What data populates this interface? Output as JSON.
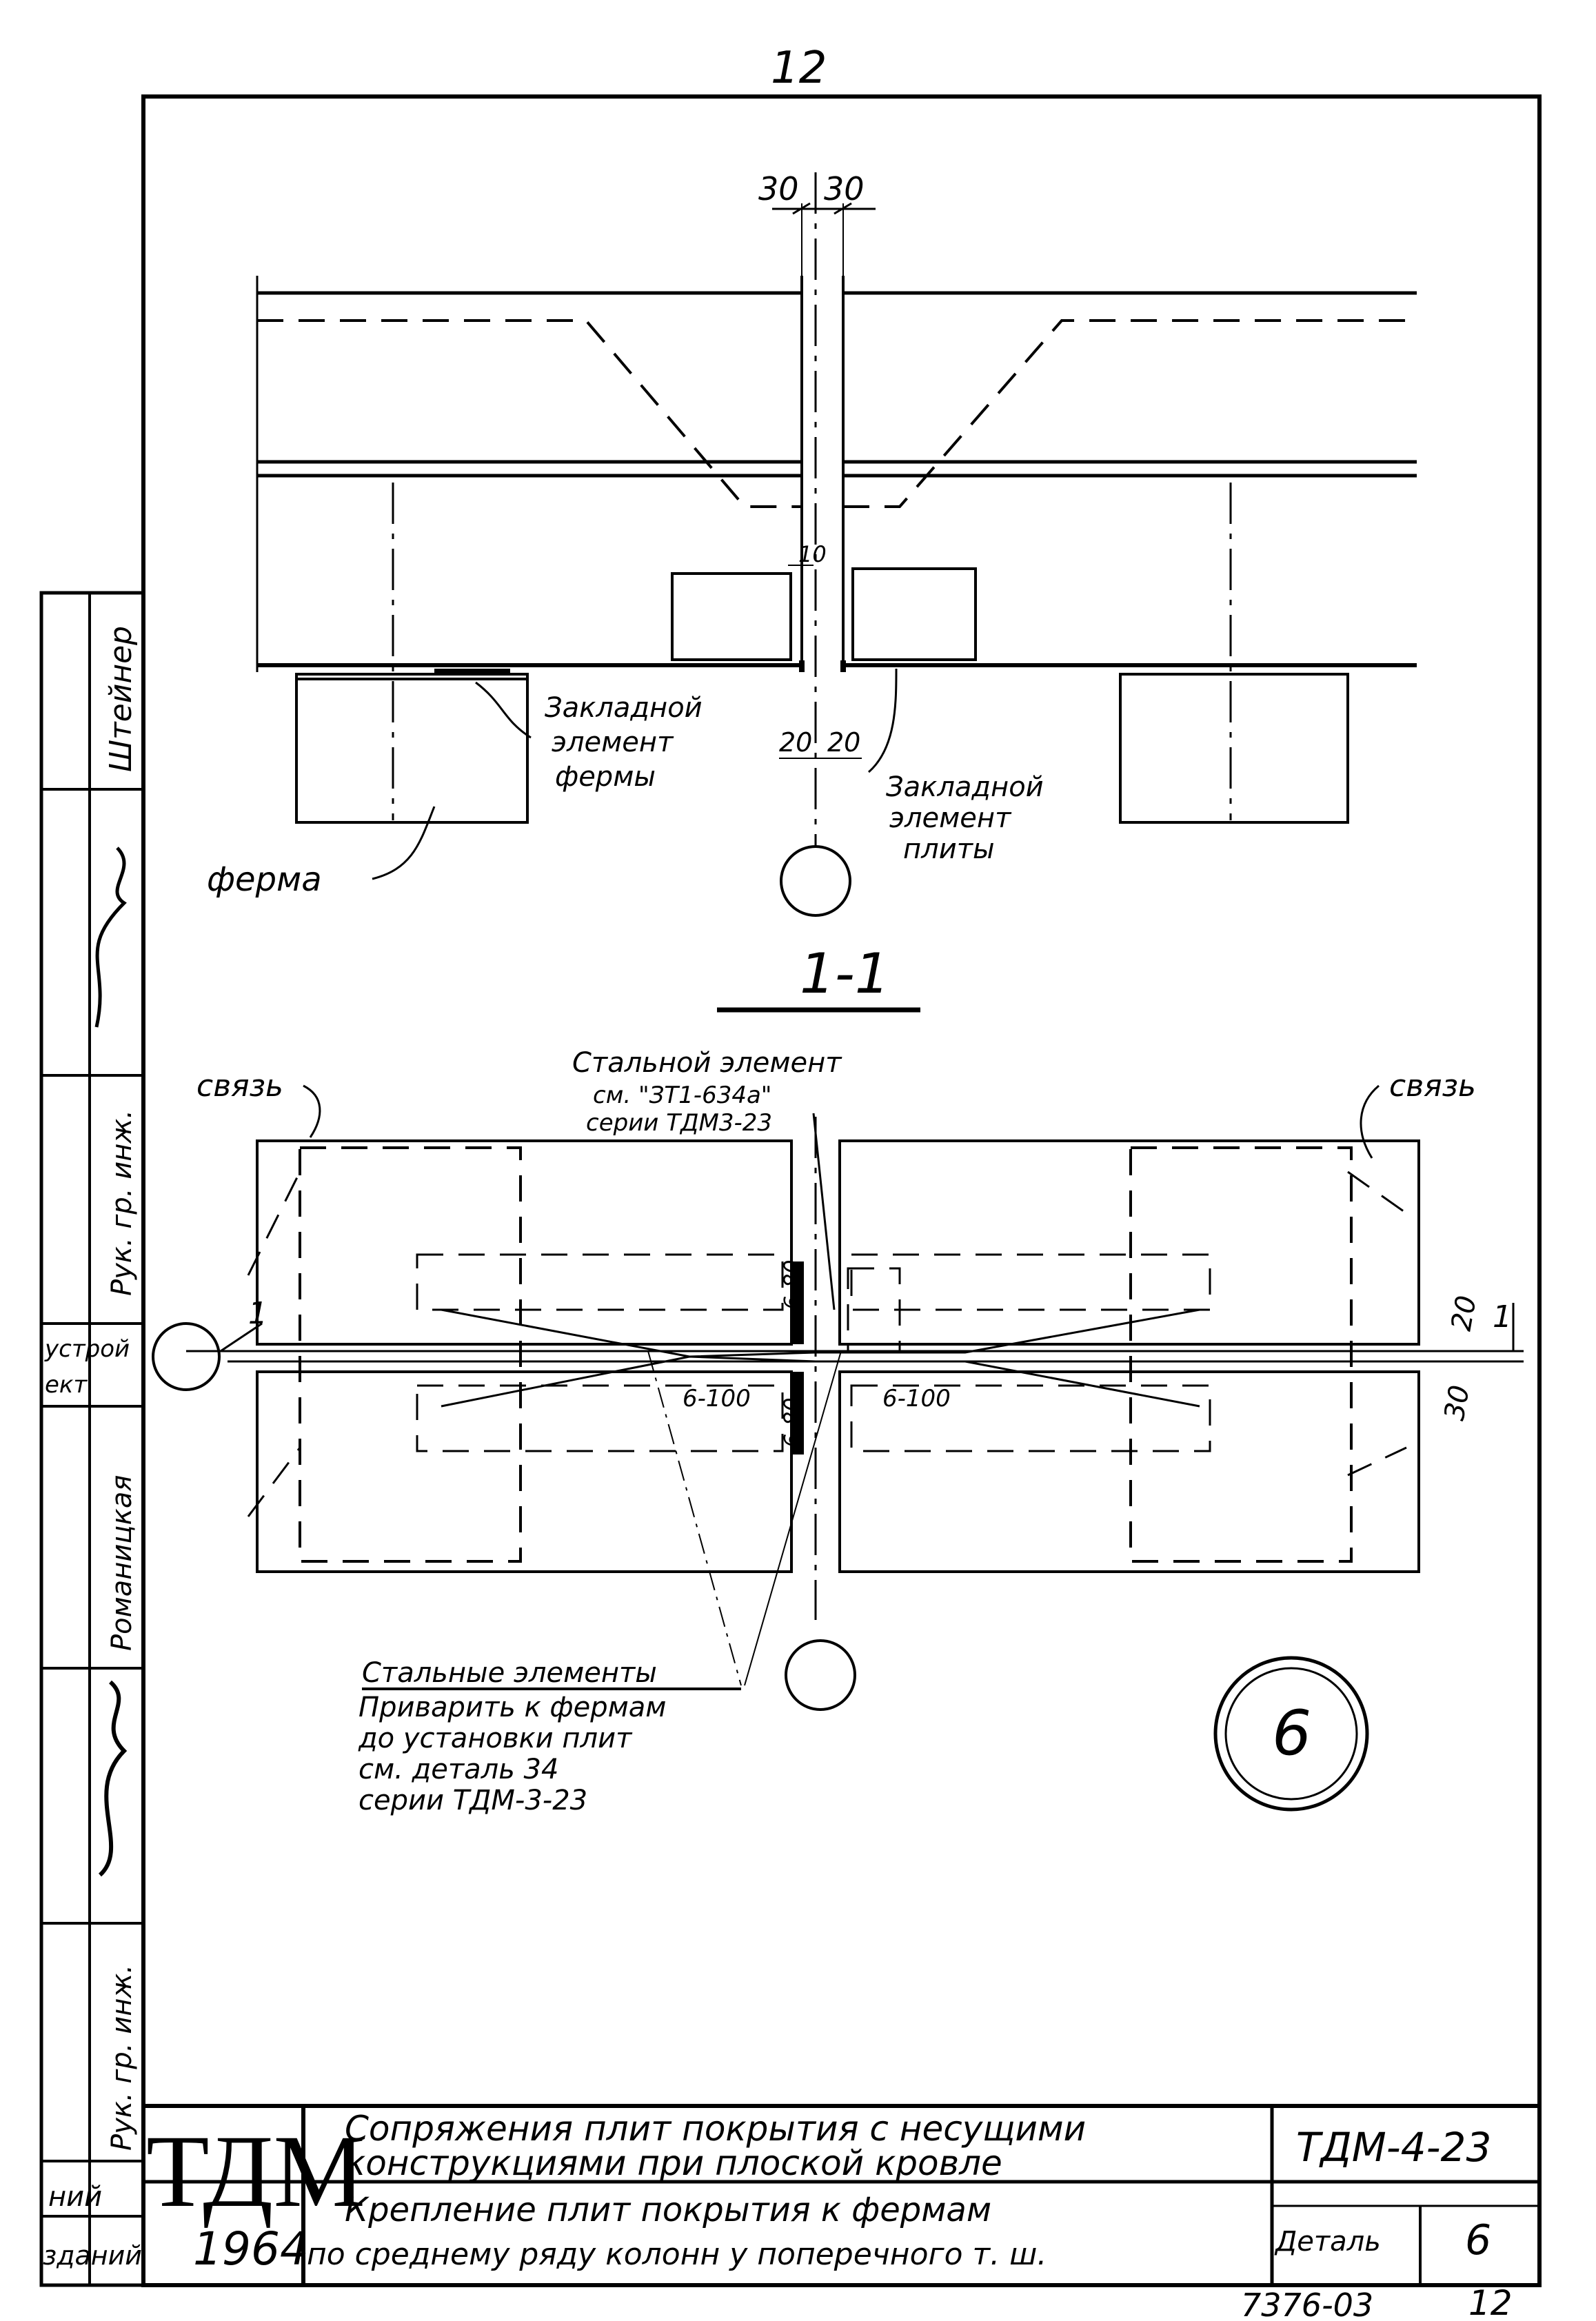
{
  "page_number": "12",
  "section_label": "1-1",
  "dimensions": {
    "top_left": "30",
    "top_right": "30",
    "gap_10": "10",
    "bottom_left": "20",
    "bottom_right": "20",
    "right_20": "20",
    "right_30": "30",
    "weld_top": "6-80",
    "weld_bottom": "6-80",
    "weld_left": "6-100",
    "weld_right": "6-100",
    "arrow_left": "1",
    "arrow_right": "1"
  },
  "labels": {
    "embedded_truss_line1": "Закладной",
    "embedded_truss_line2": "элемент",
    "embedded_truss_line3": "фермы",
    "embedded_slab_line1": "Закладной",
    "embedded_slab_line2": "элемент",
    "embedded_slab_line3": "плиты",
    "truss": "ферма",
    "tie_left": "связь",
    "tie_right": "связь",
    "steel_element_line1": "Стальной элемент",
    "steel_element_line2": "см. \"ЗТ1-634а\"",
    "steel_element_line3": "серии ТДМ3-23",
    "steel_elements_line1": "Стальные элементы",
    "steel_elements_line2": "Приварить к фермам",
    "steel_elements_line3": "до установки плит",
    "steel_elements_line4": "см. деталь 34",
    "steel_elements_line5": "серии ТДМ-3-23"
  },
  "detail_marker": "6",
  "side_stamp": [
    "Штейнер",
    "Рук. гр. инж.",
    "устрой",
    "ект",
    "Романицкая",
    "Рук. гр. инж."
  ],
  "title_block": {
    "org": "ТДМ",
    "year": "1964",
    "title_line1": "Сопряжения плит покрытия с несущими",
    "title_line2": "конструкциями при плоской кровле",
    "subtitle_line1": "Крепление плит покрытия к фермам",
    "subtitle_line2": "по среднему ряду колонн у поперечного т. ш.",
    "series": "ТДМ-4-23",
    "detail_label": "Деталь",
    "detail_value": "6",
    "left_cell1": "ний",
    "left_cell2": "зданий"
  },
  "footer": {
    "code": "7376-03",
    "sheet": "12"
  }
}
